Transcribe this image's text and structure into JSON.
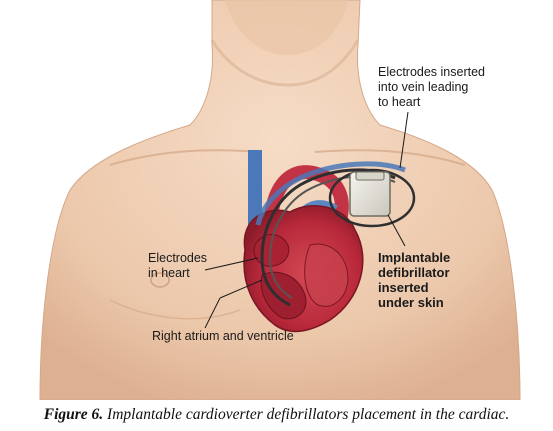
{
  "labels": {
    "electrodes_vein": [
      "Electrodes inserted",
      "into vein leading",
      "to heart"
    ],
    "electrodes_heart": [
      "Electrodes",
      "in heart"
    ],
    "device": [
      "Implantable",
      "defibrillator",
      "inserted",
      "under skin"
    ],
    "atrium_ventricle": "Right atrium and ventricle"
  },
  "caption": {
    "label": "Figure 6.",
    "text": " Implantable cardioverter defibrillators placement in the cardiac."
  },
  "colors": {
    "skin": "#efcfb4",
    "skin_shadow": "#d9b092",
    "heart_red": "#b8283a",
    "heart_dark": "#8a1b2a",
    "vein_blue": "#4a78b8",
    "lead_dark": "#2f2f2f",
    "device_fill": "#e8e6df"
  }
}
